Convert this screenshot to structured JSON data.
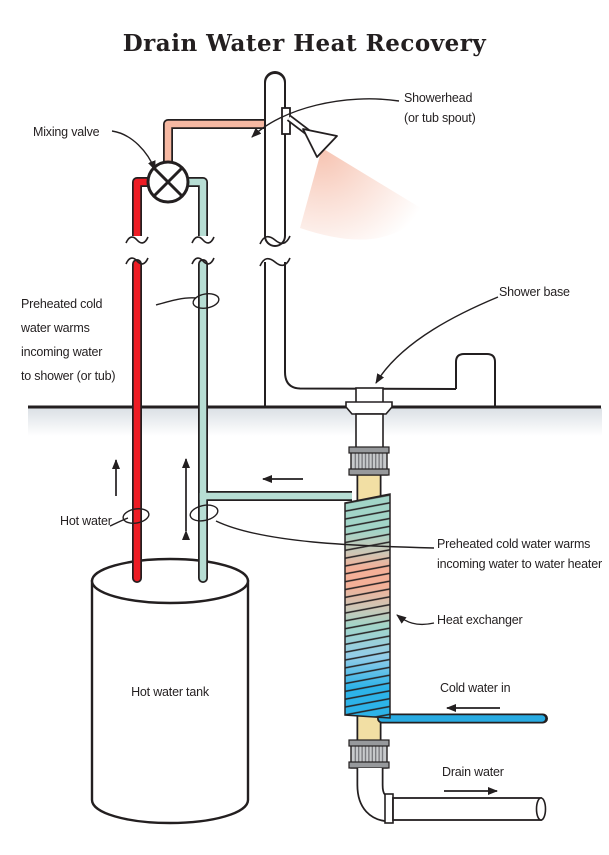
{
  "title": "Drain Water Heat Recovery",
  "labels": {
    "mixing_valve": "Mixing valve",
    "showerhead": "Showerhead\n(or tub spout)",
    "preheated_shower": "Preheated cold\nwater warms\nincoming water\nto shower (or tub)",
    "shower_base": "Shower base",
    "hot_water": "Hot water",
    "hot_water_tank": "Hot water tank",
    "preheated_heater": "Preheated cold water warms\nincoming water to water heater",
    "heat_exchanger": "Heat exchanger",
    "cold_water_in": "Cold water in",
    "drain_water": "Drain water"
  },
  "colors": {
    "hot_red": "#ed1c24",
    "tempered_salmon": "#f6b8a2",
    "preheated_teal": "#b7ded4",
    "cold_cyan": "#29abe2",
    "drain_yellow": "#f2dfa4",
    "outline_black": "#231f20",
    "floor_gray": "#dce1e6",
    "coupling_gray": "#c8cacc",
    "coupling_dark": "#97999c",
    "spray_pink": "#f5b9a4",
    "coil_teal": "#a2d5c8",
    "coil_tan": "#cdc7b6",
    "coil_salmon": "#f4b098",
    "coil_lightblue": "#93cde9",
    "coil_cyan": "#2db3e8"
  }
}
